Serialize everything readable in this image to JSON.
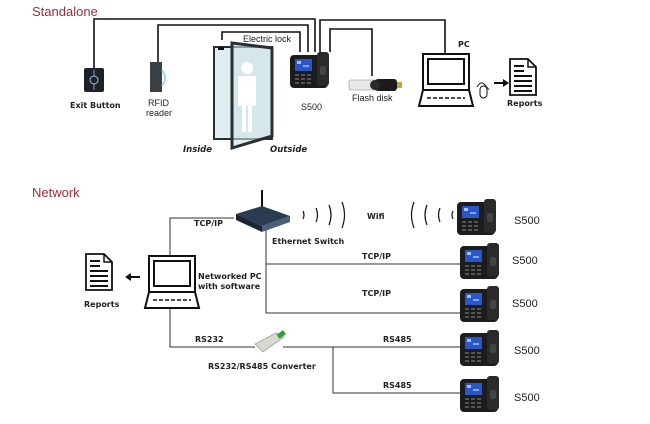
{
  "standalone": {
    "title": "Standalone",
    "exit_button": "Exit Button",
    "rfid_line1": "RFID",
    "rfid_line2": "reader",
    "electric_lock": "Electric lock",
    "inside": "Inside",
    "outside": "Outside",
    "device": "S500",
    "flash_disk": "Flash disk",
    "pc": "PC",
    "reports": "Reports"
  },
  "network": {
    "title": "Network",
    "tcpip_pc": "TCP/IP",
    "switch": "Ethernet Switch",
    "wifi": "Wifi",
    "pc_line1": "Networked PC",
    "pc_line2": "with software",
    "reports": "Reports",
    "rs232": "RS232",
    "converter": "RS232/RS485 Converter",
    "links": [
      {
        "label": "",
        "device": "S500"
      },
      {
        "label": "TCP/IP",
        "device": "S500"
      },
      {
        "label": "TCP/IP",
        "device": "S500"
      },
      {
        "label": "RS485",
        "device": "S500"
      },
      {
        "label": "RS485",
        "device": "S500"
      }
    ]
  },
  "colors": {
    "section_title": "#9b2f3a",
    "device_body": "#1c1c1c",
    "screen": "#2a56c6",
    "door_frame": "#2b2f33",
    "door_glass": "#cfe3e8"
  }
}
